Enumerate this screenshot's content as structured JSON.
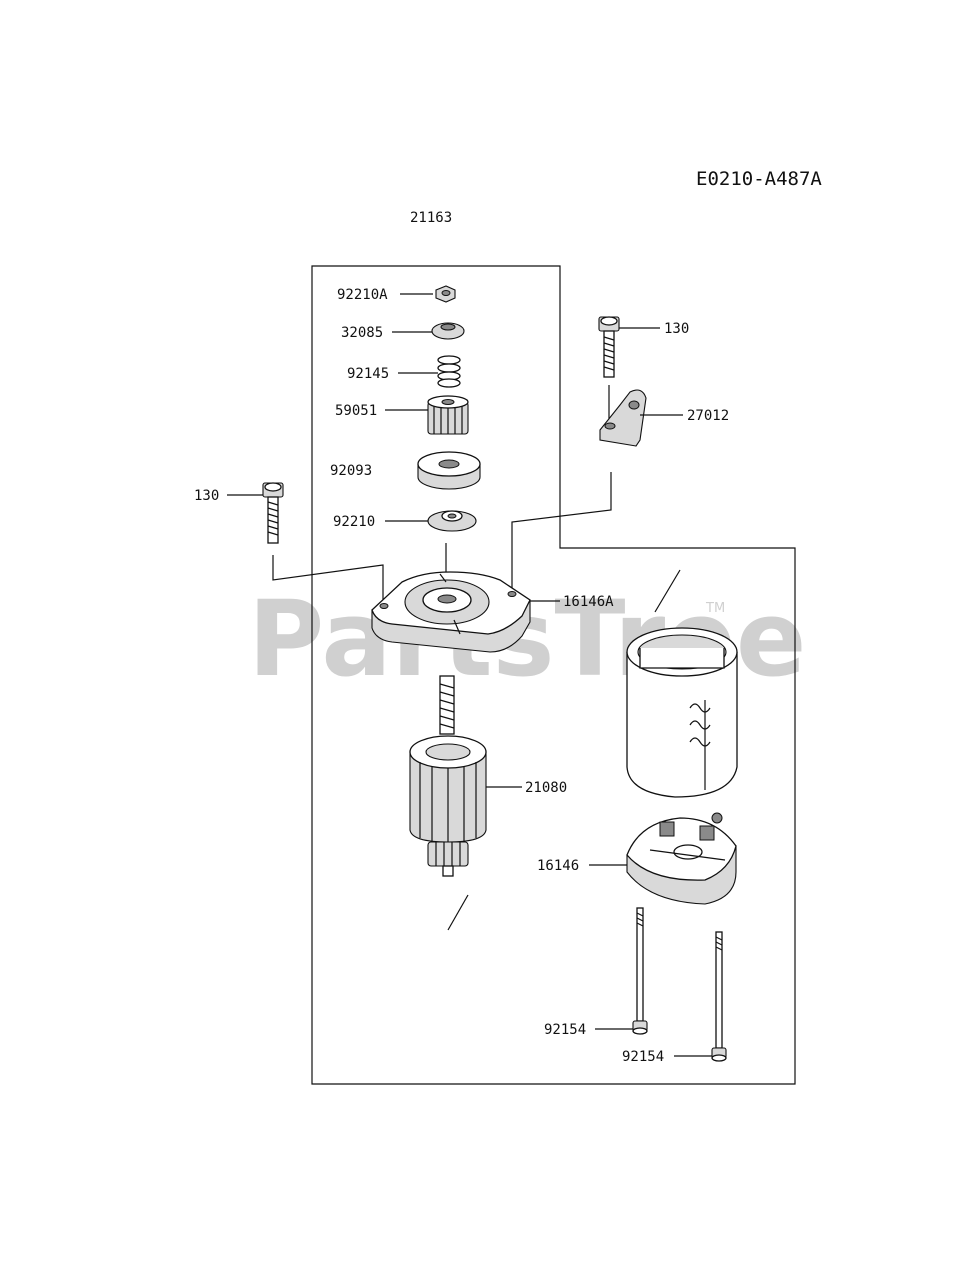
{
  "diagram_code": "E0210-A487A",
  "watermark": {
    "text": "PartsTree",
    "trademark": "TM"
  },
  "labels": {
    "assembly": "21163",
    "nut": "92210A",
    "collar": "32085",
    "spring": "92145",
    "pinion": "59051",
    "washer": "92093",
    "stop_nut": "92210",
    "bolt_left": "130",
    "bolt_right": "130",
    "bracket": "27012",
    "top_cover": "16146A",
    "armature": "21080",
    "bottom_cover": "16146",
    "through_bolt_1": "92154",
    "through_bolt_2": "92154"
  },
  "colors": {
    "line": "#111111",
    "watermark": "#d0d0d0",
    "background": "#ffffff"
  }
}
